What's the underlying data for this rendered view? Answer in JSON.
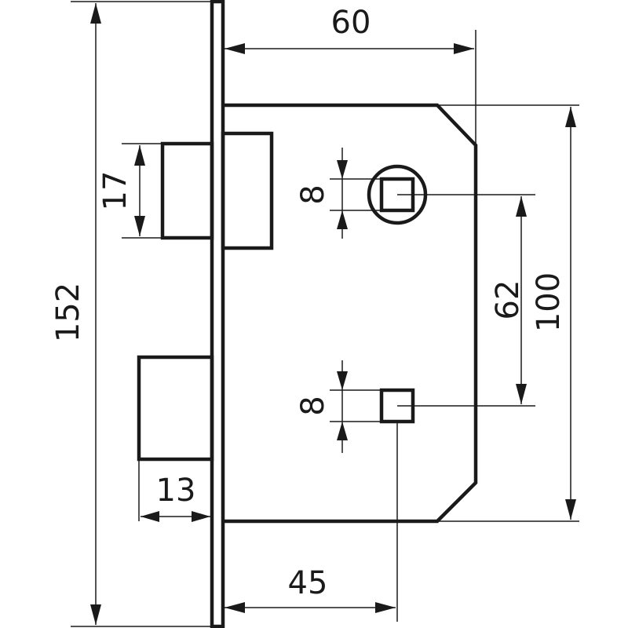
{
  "diagram": {
    "colors": {
      "line": "#1a1a1a",
      "background": "#ffffff"
    },
    "dimensions": {
      "overall_height": "152",
      "case_depth": "60",
      "latch_height": "17",
      "spindle_square_1": "8",
      "spindle_square_2": "8",
      "center_distance": "62",
      "case_height": "100",
      "bolt_throw": "13",
      "backset": "45"
    }
  }
}
